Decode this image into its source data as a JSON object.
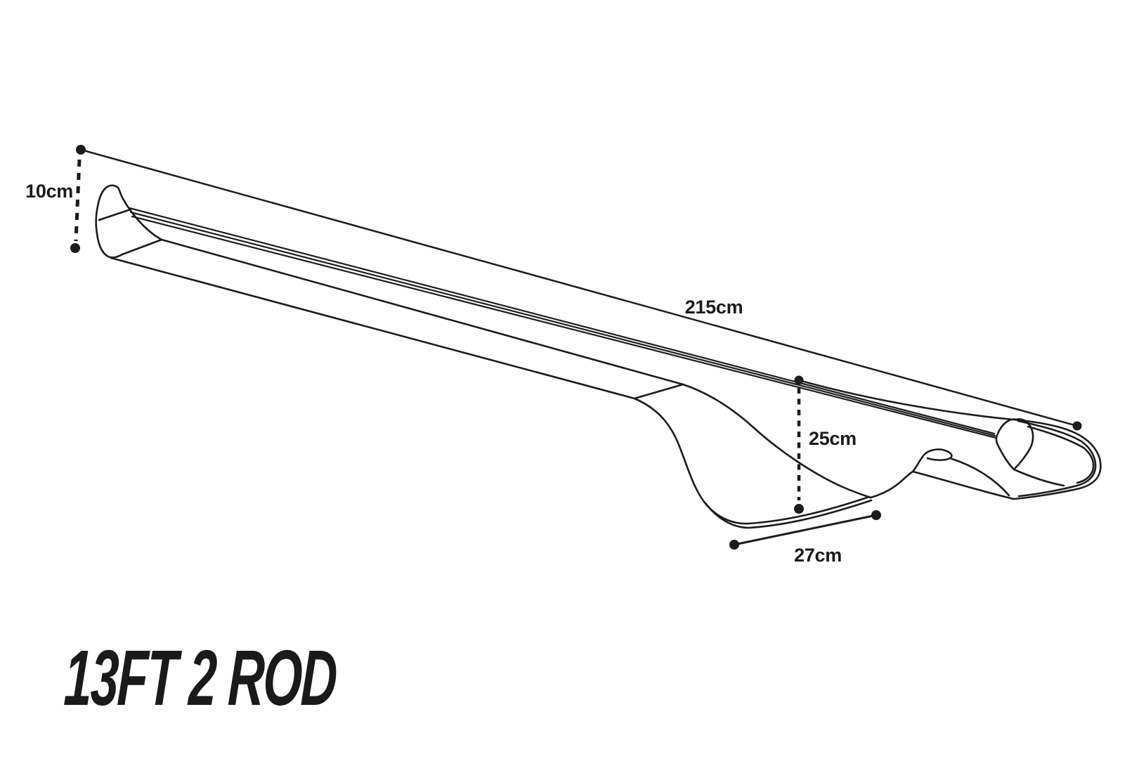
{
  "title": "13FT 2 ROD",
  "figure": {
    "alt": "Isometric line drawing of a 13ft two-rod holdall sleeve with dimension callouts"
  },
  "dimensions": {
    "height_left": "10cm",
    "length": "215cm",
    "drop": "25cm",
    "base": "27cm"
  },
  "colors": {
    "line": "#1c1c1c",
    "text": "#1a1a1a",
    "background": "#ffffff"
  }
}
